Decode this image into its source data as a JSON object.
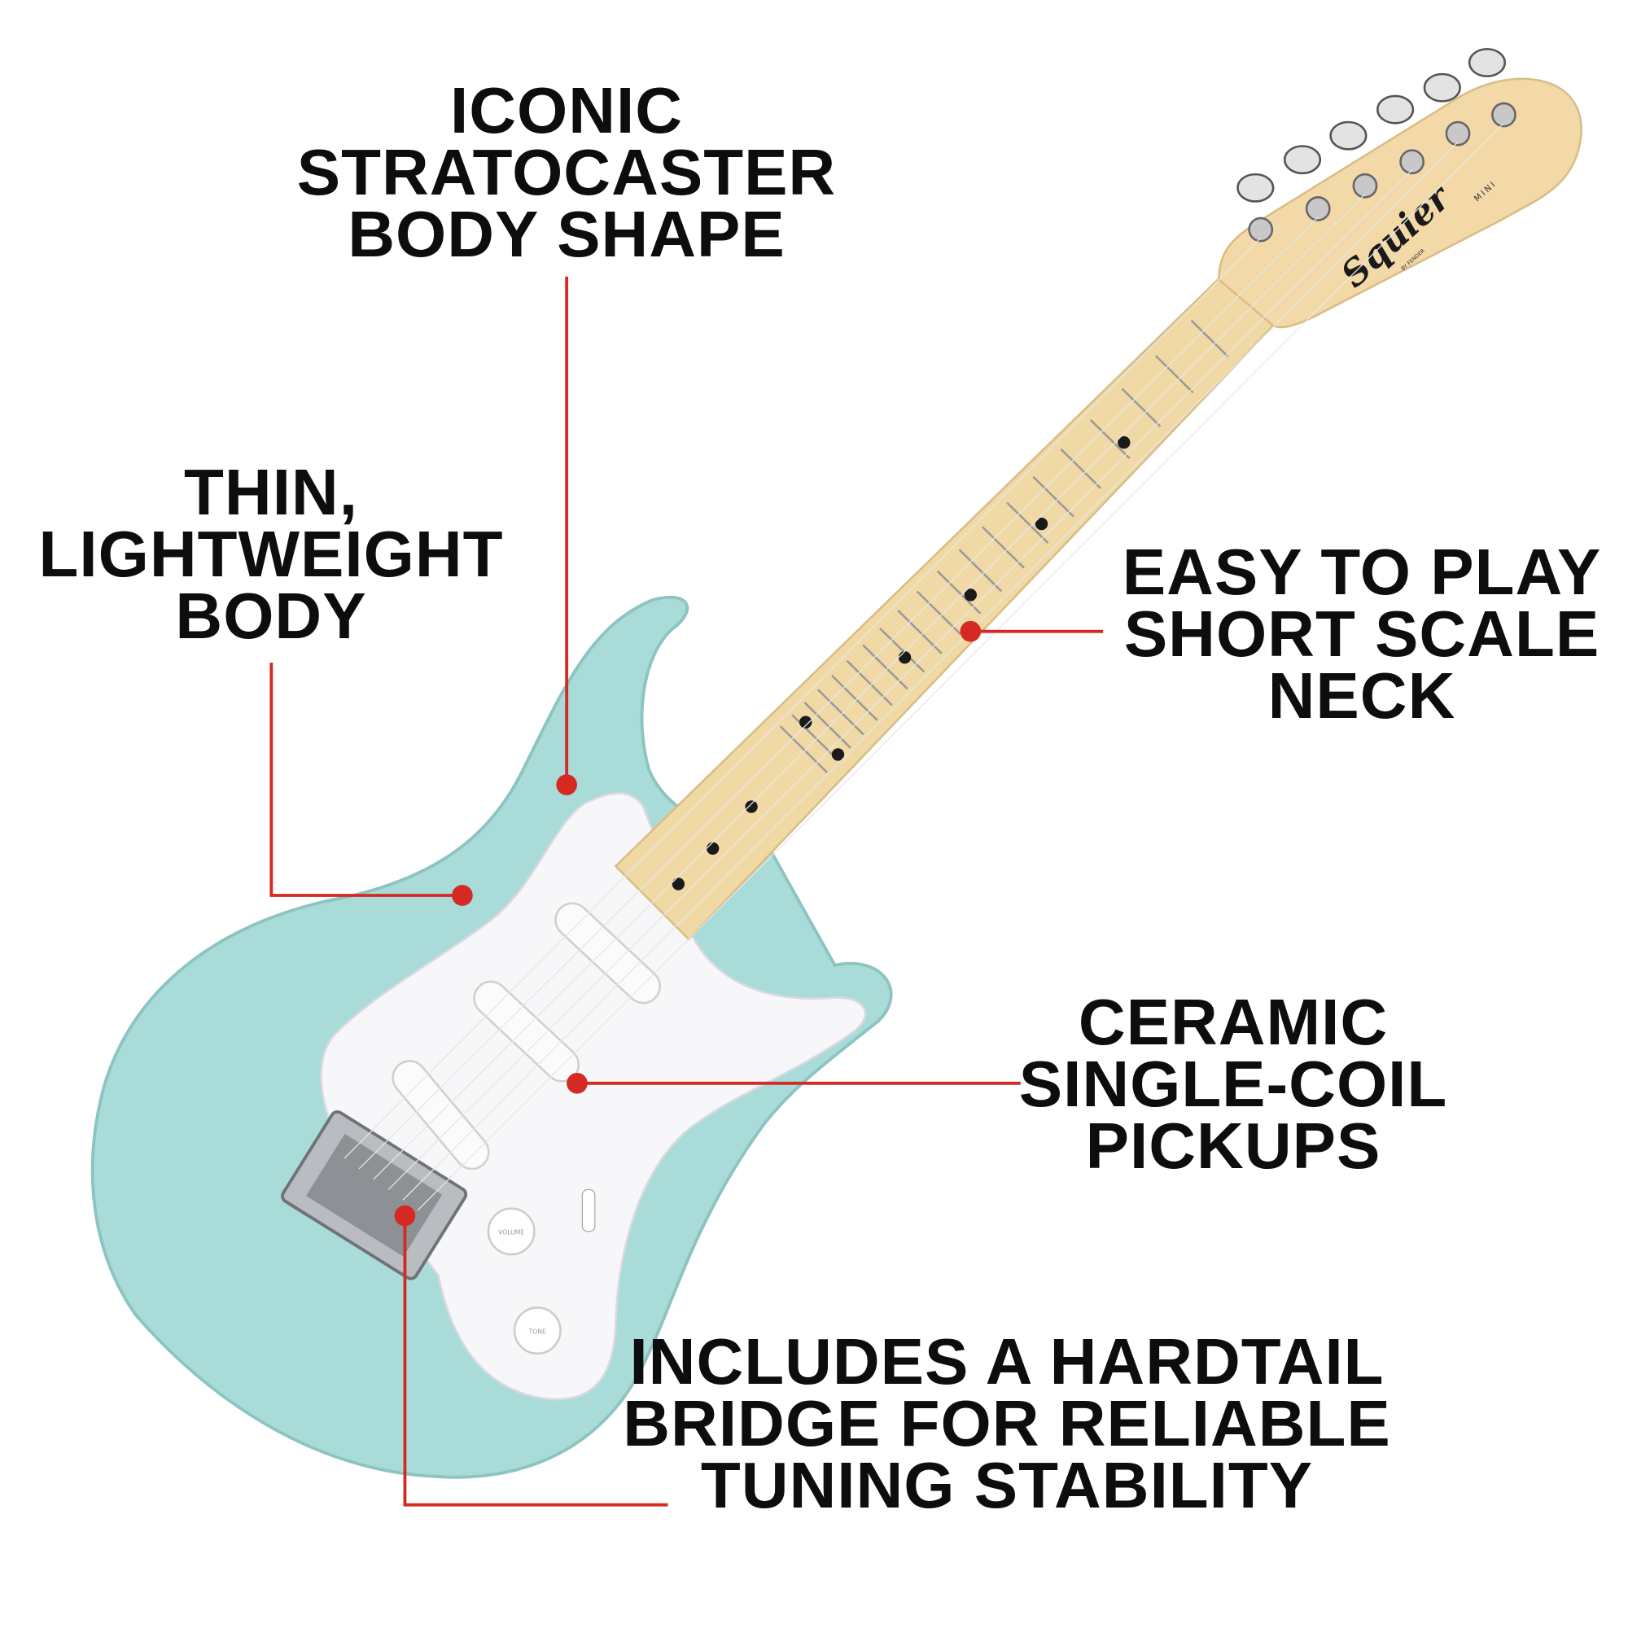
{
  "callouts": {
    "body_shape": {
      "lines": [
        "ICONIC",
        "STRATOCASTER",
        "BODY SHAPE"
      ]
    },
    "lightweight": {
      "lines": [
        "THIN,",
        "LIGHTWEIGHT",
        "BODY"
      ]
    },
    "neck": {
      "lines": [
        "EASY TO PLAY",
        "SHORT SCALE",
        "NECK"
      ]
    },
    "pickups": {
      "lines": [
        "CERAMIC",
        "SINGLE-COIL",
        "PICKUPS"
      ]
    },
    "bridge": {
      "lines": [
        "INCLUDES A HARDTAIL",
        "BRIDGE FOR RELIABLE",
        "TUNING STABILITY"
      ]
    }
  },
  "logo": {
    "brand": "Squier",
    "sub": "BY FENDER",
    "model": "MINI"
  },
  "knobs": {
    "volume": "VOLUME",
    "tone": "TONE"
  },
  "colors": {
    "body": "#a9dcd9",
    "accent": "#d42a22",
    "text": "#0d0d0d",
    "maple": "#f1d9a6",
    "pickguard": "#f7f6f9"
  }
}
